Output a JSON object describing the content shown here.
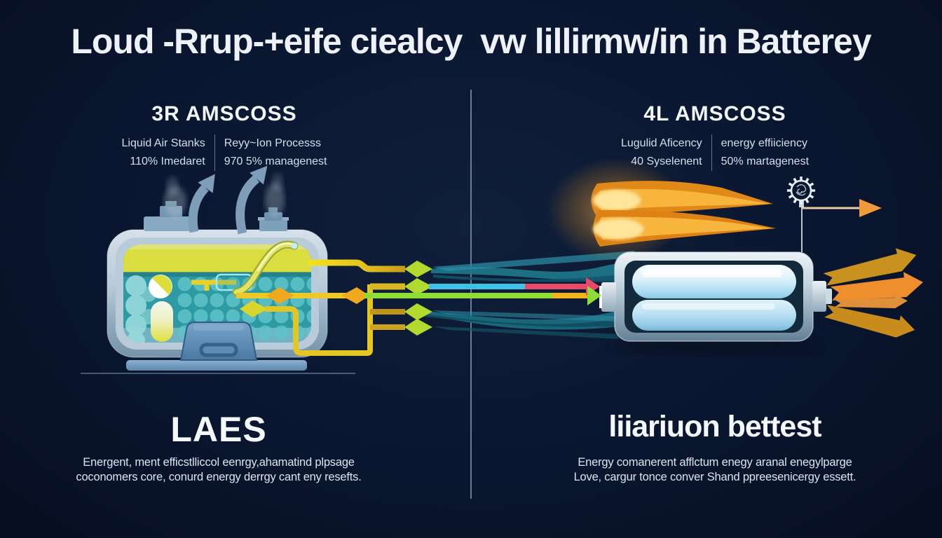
{
  "title": "Loud -Rrup-+eife ciealcy  vw lillirmw/in in Batterey",
  "left_panel": {
    "heading": "3R AMSCOSS",
    "stats": {
      "col1": {
        "line1": "Liquid Air Stanks",
        "line2": "110% Imedaret"
      },
      "col2": {
        "line1": "Reyy~Ion Processs",
        "line2": "970 5% managenest"
      }
    },
    "footer_heading": "LAES",
    "footer_line1": "Energent, ment efficstlliccol eenrgy,ahamatind plpsage",
    "footer_line2": "coconomers core, conurd energy derrgy cant eny resefts."
  },
  "right_panel": {
    "heading": "4L AMSCOSS",
    "stats": {
      "col1": {
        "line1": "Lugulid Aficency",
        "line2": "40 Syselenent"
      },
      "col2": {
        "line1": "energy effiiciency",
        "line2": "50% martagenest"
      }
    },
    "footer_heading": "liiariuon bettest",
    "footer_line1": "Energy comanerent afflctum enegy aranal enegylparge",
    "footer_line2": "Love, cargur tonce conver Shand ppreesenicergy essett."
  },
  "icons": {
    "gear": "gear-icon",
    "steam_arrows": "steam-arrow-icon",
    "flames": "flame-icon",
    "flow_diamonds": "diamond-arrow-icon",
    "output_arrows": "energy-output-arrow-icon"
  },
  "colors": {
    "background": "#0a1630",
    "text": "#eef2f8",
    "pipe_yellow": "#f2d824",
    "diamond_green": "#b2da2e",
    "flow_cyan": "#3ec3e8",
    "flow_pink": "#e84a68",
    "flow_green": "#8edc35",
    "ribbon_teal": "#1f7488",
    "flame_orange": "#f09b22",
    "output_amber": "#c9921e",
    "steel_blue": "#9fb6c8"
  }
}
